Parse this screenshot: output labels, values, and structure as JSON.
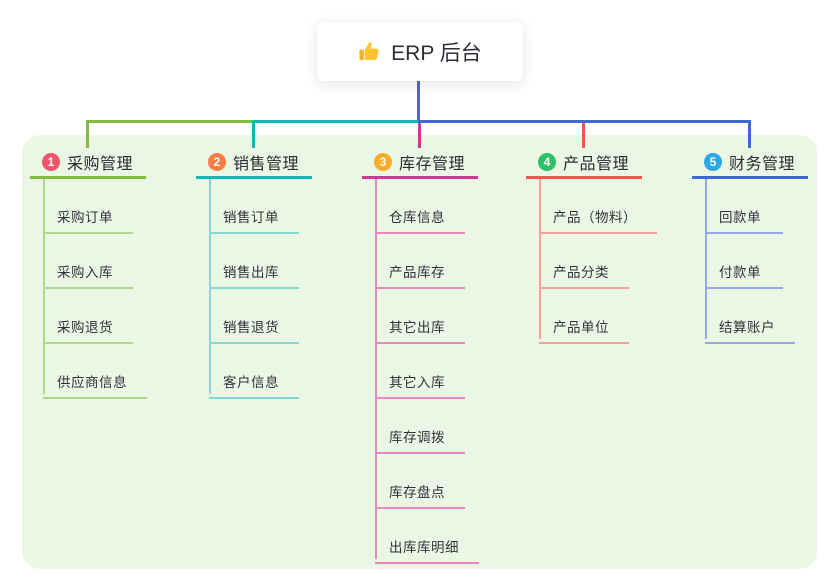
{
  "root": {
    "title": "ERP 后台",
    "icon": "thumbs-up-icon",
    "connector_color": "#5766c8"
  },
  "panel": {
    "background": "#eaf7e4"
  },
  "branches": [
    {
      "badge": "1",
      "badge_color": "#f1556c",
      "label": "采购管理",
      "line_color": "#85bb41",
      "child_line_color": "#aed88f",
      "children": [
        "采购订单",
        "采购入库",
        "采购退货",
        "供应商信息"
      ]
    },
    {
      "badge": "2",
      "badge_color": "#fa7d45",
      "label": "销售管理",
      "line_color": "#12b7b0",
      "child_line_color": "#87d8d2",
      "children": [
        "销售订单",
        "销售出库",
        "销售退货",
        "客户信息"
      ]
    },
    {
      "badge": "3",
      "badge_color": "#f7ad27",
      "label": "库存管理",
      "line_color": "#ce3a92",
      "child_line_color": "#eb88c4",
      "children": [
        "仓库信息",
        "产品库存",
        "其它出库",
        "其它入库",
        "库存调拨",
        "库存盘点",
        "出库库明细"
      ]
    },
    {
      "badge": "4",
      "badge_color": "#2ec168",
      "label": "产品管理",
      "line_color": "#f4564e",
      "child_line_color": "#f8a09a",
      "children": [
        "产品（物料）",
        "产品分类",
        "产品单位"
      ]
    },
    {
      "badge": "5",
      "badge_color": "#2aa9e5",
      "label": "财务管理",
      "line_color": "#3f68d6",
      "child_line_color": "#94aae8",
      "children": [
        "回款单",
        "付款单",
        "结算账户"
      ]
    }
  ]
}
